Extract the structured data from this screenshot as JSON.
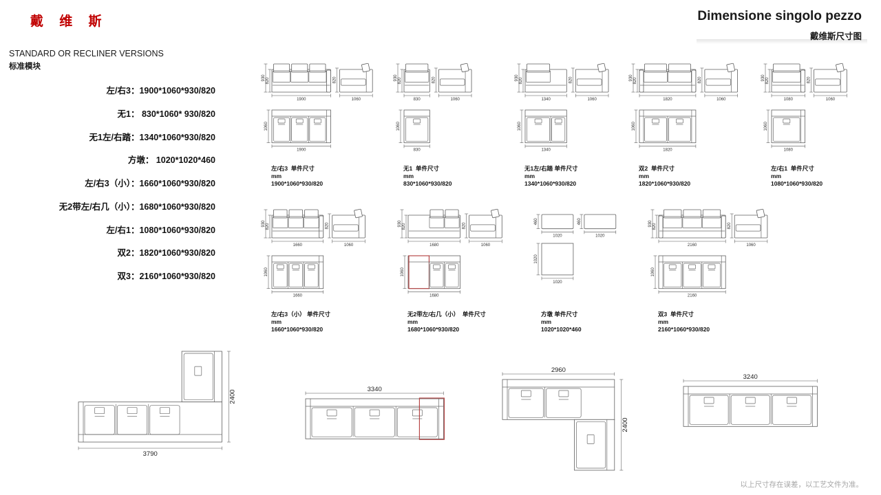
{
  "header": {
    "brand": "戴 维 斯",
    "title": "Dimensione singolo pezzo",
    "subtitle": "戴维斯尺寸图"
  },
  "left_panel": {
    "heading": "STANDARD OR RECLINER VERSIONS",
    "subheading": "标准模块",
    "specs": [
      "左/右3：1900*1060*930/820",
      "无1： 830*1060* 930/820",
      "无1左/右踏：1340*1060*930/820",
      "方墩： 1020*1020*460",
      "左/右3（小）：1660*1060*930/820",
      "无2带左/右几（小）：1680*1060*930/820",
      "左/右1：1080*1060*930/820",
      "双2：1820*1060*930/820",
      "双3：2160*1060*930/820"
    ]
  },
  "modules": [
    {
      "id": "left-right-3",
      "caption": [
        "左/右3  单件尺寸",
        "mm",
        "1900*1060*930/820"
      ],
      "front_mm": 1900,
      "front_label": "1900",
      "height_labels": [
        "930",
        "820"
      ],
      "side_label": "1060",
      "side_height_label": "820",
      "top_label": "1900",
      "depth_label": "1060",
      "seats": 3,
      "arms": "right"
    },
    {
      "id": "armless-1",
      "caption": [
        "无1  单件尺寸",
        "mm",
        "830*1060*930/820"
      ],
      "front_mm": 830,
      "front_label": "830",
      "height_labels": [
        "930",
        "820"
      ],
      "side_label": "1060",
      "side_height_label": "820",
      "top_label": "830",
      "depth_label": "1060",
      "seats": 1,
      "arms": "none"
    },
    {
      "id": "armless-1-footrest",
      "caption": [
        "无1左/右踏 单件尺寸",
        "mm",
        "1340*1060*930/820"
      ],
      "front_mm": 1340,
      "front_label": "1340",
      "height_labels": [
        "930",
        "820"
      ],
      "side_label": "1060",
      "side_height_label": "820",
      "top_label": "1340",
      "depth_label": "1060",
      "seats": 1,
      "arms": "none",
      "back_span": [
        0,
        0.62
      ],
      "top_sections": [
        0.62,
        0.38
      ]
    },
    {
      "id": "double-2",
      "caption": [
        "双2  单件尺寸",
        "mm",
        "1820*1060*930/820"
      ],
      "front_mm": 1820,
      "front_label": "1820",
      "height_labels": [
        "930",
        "820"
      ],
      "side_label": "1060",
      "side_height_label": "820",
      "top_label": "1820",
      "depth_label": "1060",
      "seats": 2,
      "arms": "both"
    },
    {
      "id": "left-right-1",
      "caption": [
        "左/右1  单件尺寸",
        "mm",
        "1080*1060*930/820"
      ],
      "front_mm": 1080,
      "front_label": "1080",
      "height_labels": [
        "930",
        "820"
      ],
      "side_label": "1060",
      "side_height_label": "820",
      "top_label": "1080",
      "depth_label": "1060",
      "seats": 1,
      "arms": "right"
    },
    {
      "id": "left-right-3-small",
      "caption": [
        "左/右3（小） 单件尺寸",
        "mm",
        "1660*1060*930/820"
      ],
      "front_mm": 1660,
      "front_label": "1660",
      "height_labels": [
        "930",
        "820"
      ],
      "side_label": "1060",
      "side_height_label": "820",
      "top_label": "1660",
      "depth_label": "1060",
      "seats": 3,
      "arms": "right"
    },
    {
      "id": "armless-2-side-table-small",
      "caption": [
        "无2带左/右几（小）  单件尺寸",
        "mm",
        "1680*1060*930/820"
      ],
      "front_mm": 1680,
      "front_label": "1680",
      "height_labels": [
        "930",
        "820"
      ],
      "side_label": "1060",
      "side_height_label": "820",
      "top_label": "1680",
      "depth_label": "1060",
      "seats": 2,
      "arms": "none",
      "back_span": [
        0.4,
        1
      ],
      "top_sections": [
        0.4,
        0.3,
        0.3
      ],
      "plain_sections": [
        0
      ],
      "highlight_section": 0
    },
    {
      "id": "ottoman",
      "type": "ottoman",
      "caption": [
        "方墩 单件尺寸",
        "mm",
        "1020*1020*460"
      ],
      "front_label": "1020",
      "height_label": "460",
      "top_label": "1020",
      "depth_label": "1020"
    },
    {
      "id": "double-3",
      "caption": [
        "双3  单件尺寸",
        "mm",
        "2160*1060*930/820"
      ],
      "front_mm": 2160,
      "front_label": "2160",
      "height_labels": [
        "930",
        "820"
      ],
      "side_label": "1060",
      "side_height_label": "820",
      "top_label": "2160",
      "depth_label": "1060",
      "seats": 3,
      "arms": "both"
    }
  ],
  "configs": [
    {
      "id": "corner-3790",
      "type": "L-up",
      "width_mm": 3790,
      "height_mm": 2400,
      "width_label": "3790",
      "height_label": "2400",
      "seats": 3
    },
    {
      "id": "straight-3340",
      "type": "straight",
      "width_mm": 3340,
      "width_label": "3340",
      "seats": 3,
      "highlight": "right"
    },
    {
      "id": "corner-2960",
      "type": "L-down",
      "width_mm": 2960,
      "height_mm": 2400,
      "width_label": "2960",
      "height_label": "2400",
      "seats": 2
    },
    {
      "id": "straight-3240",
      "type": "straight",
      "width_mm": 3240,
      "width_label": "3240",
      "seats": 3
    }
  ],
  "footer": {
    "note": "以上尺寸存在误差，以工艺文件为准。"
  }
}
